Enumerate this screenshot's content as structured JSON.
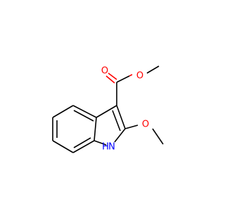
{
  "molecule": {
    "atoms": [
      {
        "id": "O_carbonyl",
        "label": "O",
        "color": "#ff0000"
      },
      {
        "id": "O_ester",
        "label": "O",
        "color": "#ff0000"
      },
      {
        "id": "O_methoxy",
        "label": "O",
        "color": "#ff0000"
      },
      {
        "id": "N_indole",
        "label": "N",
        "color": "#0000ff"
      },
      {
        "id": "H_indole",
        "label": "H",
        "color": "#0000ff"
      }
    ]
  }
}
